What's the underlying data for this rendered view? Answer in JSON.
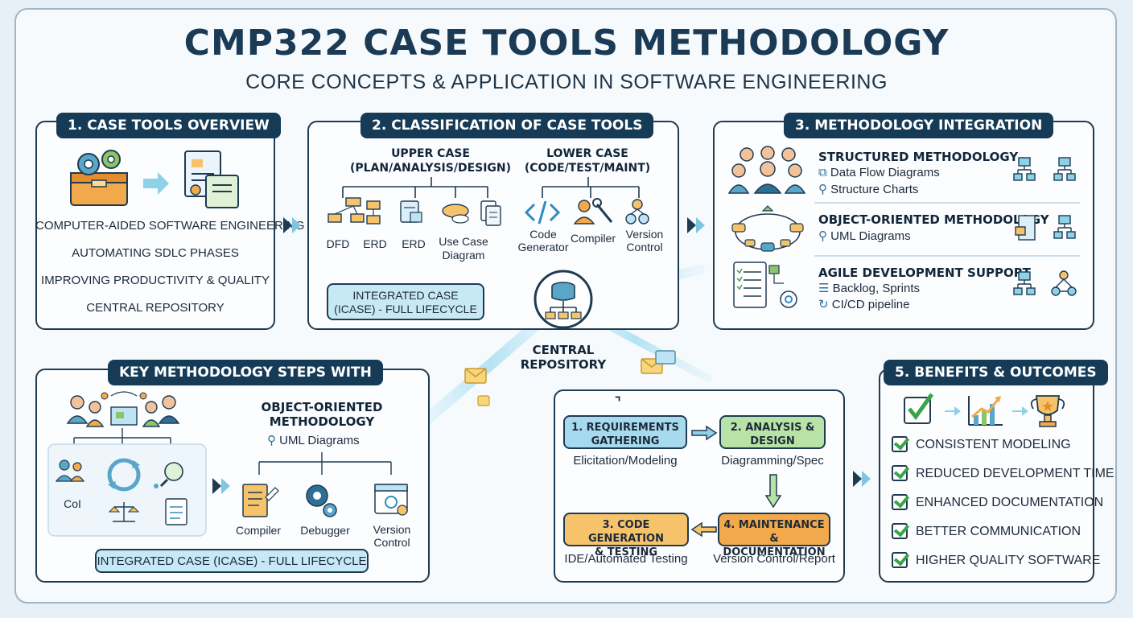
{
  "header": {
    "title": "CMP322 CASE TOOLS METHODOLOGY",
    "subtitle": "CORE CONCEPTS & APPLICATION IN SOFTWARE ENGINEERING"
  },
  "overview": {
    "badge": "1. CASE TOOLS OVERVIEW",
    "lines": [
      "COMPUTER-AIDED SOFTWARE ENGINEERING",
      "AUTOMATING SDLC PHASES",
      "IMPROVING PRODUCTIVITY & QUALITY",
      "CENTRAL REPOSITORY"
    ]
  },
  "classification": {
    "badge": "2. CLASSIFICATION OF CASE TOOLS",
    "upper_title_1": "UPPER CASE",
    "upper_title_2": "(PLAN/ANALYSIS/DESIGN)",
    "lower_title_1": "LOWER CASE",
    "lower_title_2": "(CODE/TEST/MAINT)",
    "upper_items": [
      "DFD",
      "ERD",
      "ERD",
      "Use Case",
      "Diagram"
    ],
    "lower_items": [
      "Code",
      "Generator",
      "Compiler",
      "Version",
      "Control"
    ],
    "icase_1": "INTEGRATED CASE",
    "icase_2": "(ICASE) - FULL LIFECYCLE"
  },
  "integration": {
    "badge": "3. METHODOLOGY INTEGRATION",
    "structured_title": "STRUCTURED METHODOLOGY",
    "structured_items": [
      "Data Flow Diagrams",
      "Structure Charts"
    ],
    "oo_title": "OBJECT-ORIENTED METHODOLOGY",
    "oo_items": [
      "UML Diagrams"
    ],
    "agile_title": "AGILE DEVELOPMENT SUPPORT",
    "agile_items": [
      "Backlog, Sprints",
      "CI/CD pipeline"
    ]
  },
  "repository": {
    "label_1": "CENTRAL",
    "label_2": "REPOSITORY"
  },
  "steps": {
    "badge": "KEY METHODOLOGY STEPS WITH",
    "oo_title_1": "OBJECT-ORIENTED",
    "oo_title_2": "METHODOLOGY",
    "uml": "UML Diagrams",
    "col_label": "CoI",
    "tools": [
      "Compiler",
      "Debugger",
      "Version",
      "Control"
    ],
    "icase": "INTEGRATED CASE (ICASE) - FULL LIFECYCLE"
  },
  "process": {
    "mark": "⌝",
    "step1_1": "1. REQUIREMENTS",
    "step1_2": "GATHERING",
    "step1_sub": "Elicitation/Modeling",
    "step2_1": "2. ANALYSIS &",
    "step2_2": "DESIGN",
    "step2_sub": "Diagramming/Spec",
    "step3_1": "3. CODE GENERATION",
    "step3_2": "& TESTING",
    "step3_sub": "IDE/Automated Testing",
    "step4_1": "4. MAINTENANCE &",
    "step4_2": "DOCUMENTATION",
    "step4_sub": "Version Control/Report"
  },
  "benefits": {
    "badge": "5. BENEFITS & OUTCOMES",
    "items": [
      "CONSISTENT MODELING",
      "REDUCED DEVELOPMENT TIME",
      "ENHANCED DOCUMENTATION",
      "BETTER COMMUNICATION",
      "HIGHER QUALITY SOFTWARE"
    ]
  },
  "colors": {
    "navy": "#163b57",
    "blue": "#a8daef",
    "green": "#b8e3a6",
    "orange": "#f6c36a",
    "check": "#3aa34a"
  }
}
